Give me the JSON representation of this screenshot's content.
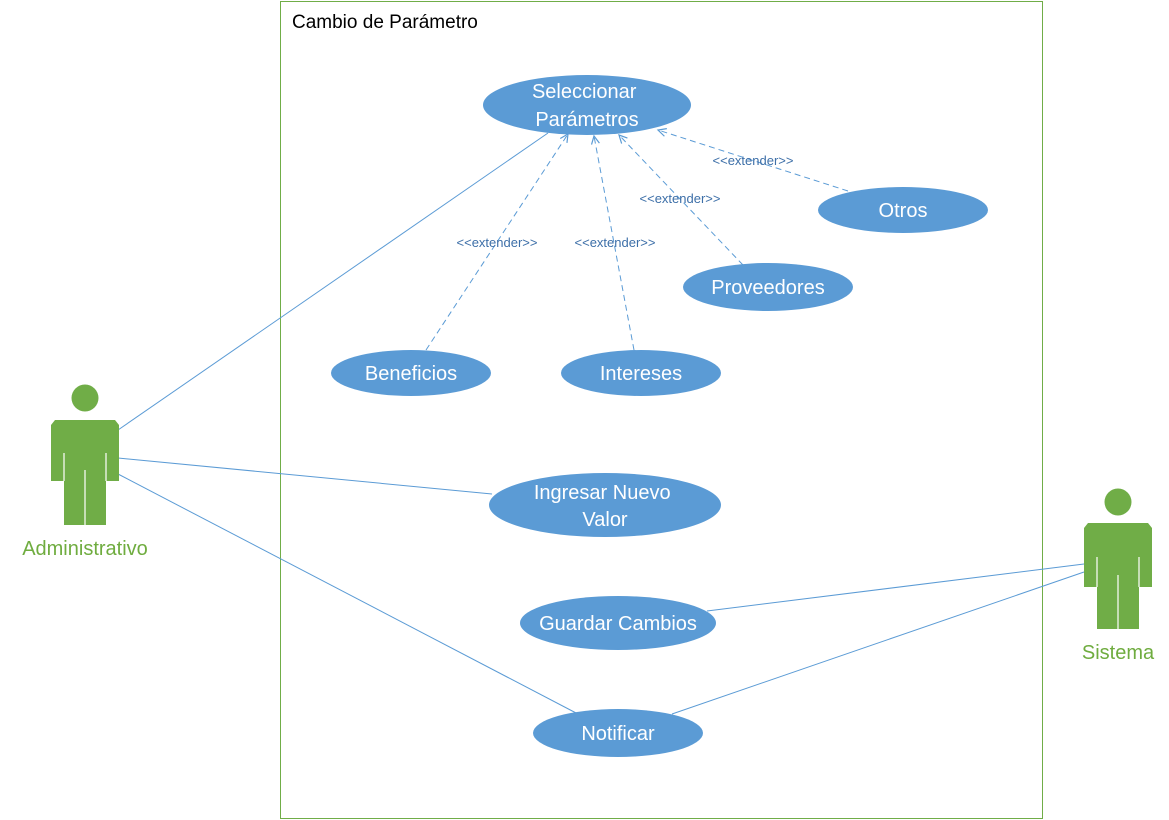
{
  "system": {
    "title": "Cambio de Parámetro"
  },
  "colors": {
    "usecase_fill": "#5b9bd5",
    "usecase_text": "#ffffff",
    "actor_fill": "#70ad47",
    "actor_label": "#6fac3f",
    "boundary": "#70ad47",
    "association": "#5b9bd5",
    "extend_line": "#5b9bd5",
    "extend_label": "#3d6fa8"
  },
  "actors": {
    "administrativo": {
      "label": "Administrativo"
    },
    "sistema": {
      "label": "Sistema"
    }
  },
  "usecases": {
    "seleccionar": {
      "line1": "Seleccionar",
      "line2": "Parámetros"
    },
    "otros": {
      "label": "Otros"
    },
    "proveedores": {
      "label": "Proveedores"
    },
    "beneficios": {
      "label": "Beneficios"
    },
    "intereses": {
      "label": "Intereses"
    },
    "ingresar": {
      "line1": "Ingresar Nuevo",
      "line2": "Valor"
    },
    "guardar": {
      "label": "Guardar Cambios"
    },
    "notificar": {
      "label": "Notificar"
    }
  },
  "extends": {
    "beneficios": "<<extender>>",
    "intereses": "<<extender>>",
    "proveedores": "<<extender>>",
    "otros": "<<extender>>"
  },
  "associations": [
    {
      "actor": "Administrativo",
      "usecase": "Seleccionar Parámetros"
    },
    {
      "actor": "Administrativo",
      "usecase": "Ingresar Nuevo Valor"
    },
    {
      "actor": "Administrativo",
      "usecase": "Notificar"
    },
    {
      "actor": "Sistema",
      "usecase": "Guardar Cambios"
    },
    {
      "actor": "Sistema",
      "usecase": "Notificar"
    }
  ]
}
